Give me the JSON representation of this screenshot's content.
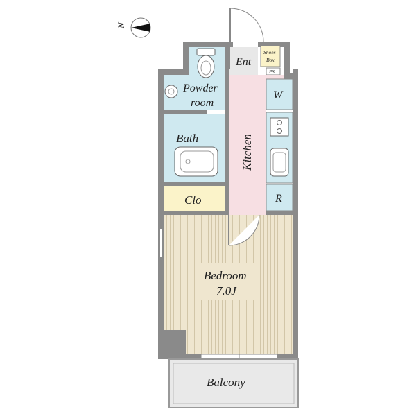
{
  "compass": {
    "label": "N"
  },
  "rooms": {
    "entrance": "Ent",
    "shoes_box_line1": "Shoes",
    "shoes_box_line2": "Box",
    "ps": "PS",
    "powder_room_line1": "Powder",
    "powder_room_line2": "room",
    "washer": "W",
    "bath": "Bath",
    "kitchen": "Kitchen",
    "closet": "Clo",
    "refrigerator": "R",
    "bedroom": "Bedroom",
    "bedroom_size": "7.0J",
    "balcony": "Balcony"
  },
  "colors": {
    "wall": "#8a8a8a",
    "wet_area": "#cfe9f0",
    "kitchen": "#f7dfe3",
    "floor_wood": "#efe6cf",
    "closet": "#fbf3c9",
    "balcony": "#e9e9e9",
    "entrance": "#e8e8e8",
    "shoes_box": "#fbf3c9"
  }
}
